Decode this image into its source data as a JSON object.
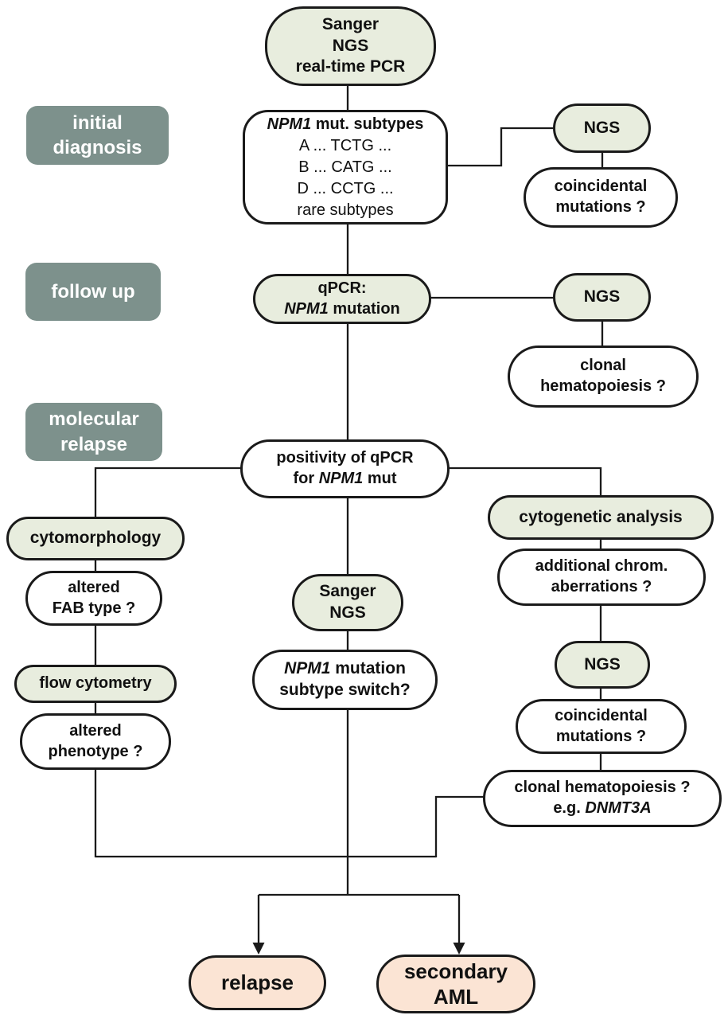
{
  "title": "NPM1 AML diagnostic workflow flowchart",
  "colors": {
    "method_pill_green": "#e8edde",
    "stage_label_gray": "#7d918c",
    "outcome_pill_pink": "#fbe4d4",
    "node_fill_white": "#ffffff",
    "outline_black": "#1a1a1a",
    "stage_text_white": "#ffffff",
    "node_text_black": "#111111"
  },
  "stages": {
    "initial_diagnosis": "initial\ndiagnosis",
    "follow_up": "follow up",
    "molecular_relapse": "molecular\nrelapse"
  },
  "nodes": {
    "methods_top": {
      "text": "Sanger\nNGS\nreal-time PCR"
    },
    "npm1_subtypes": {
      "title_gene": "NPM1",
      "title_rest": " mut. subtypes",
      "rows": [
        "A ... TCTG ...",
        "B ... CATG ...",
        "D ... CCTG ...",
        "rare subtypes"
      ]
    },
    "ngs_initial": {
      "text": "NGS"
    },
    "coincidental_initial": {
      "text": "coincidental\nmutations ?"
    },
    "qpcr_followup": {
      "line1": "qPCR:",
      "gene": "NPM1",
      "gene_rest": " mutation"
    },
    "ngs_followup": {
      "text": "NGS"
    },
    "clonal_followup": {
      "text": "clonal\nhematopoiesis ?"
    },
    "positivity": {
      "line1": "positivity of qPCR",
      "line2_pre": "for ",
      "gene": "NPM1",
      "line2_post": " mut"
    },
    "cytomorphology": {
      "text": "cytomorphology"
    },
    "altered_fab": {
      "text": "altered\nFAB type ?"
    },
    "flow_cytometry": {
      "text": "flow cytometry"
    },
    "altered_phenotype": {
      "text": "altered\nphenotype ?"
    },
    "sanger_ngs": {
      "text": "Sanger\nNGS"
    },
    "subtype_switch": {
      "gene": "NPM1",
      "gene_rest": " mutation",
      "line2": "subtype switch?"
    },
    "cytogenetic": {
      "text": "cytogenetic analysis"
    },
    "chrom_aberrations": {
      "text": "additional chrom.\naberrations ?"
    },
    "ngs_relapse": {
      "text": "NGS"
    },
    "coincidental_relapse": {
      "text": "coincidental\nmutations ?"
    },
    "clonal_relapse": {
      "line1": "clonal hematopoiesis ?",
      "line2_pre": "e.g. ",
      "gene": "DNMT3A"
    },
    "outcome_relapse": {
      "text": "relapse"
    },
    "outcome_secondary_aml": {
      "text": "secondary\nAML"
    }
  }
}
